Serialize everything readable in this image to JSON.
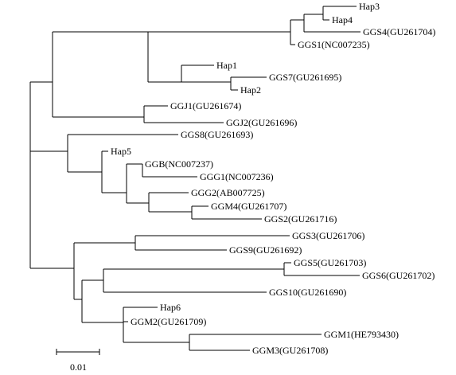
{
  "tree": {
    "scale_bar_label": "0.01",
    "leaves": [
      {
        "id": "hap3",
        "label": "Hap3"
      },
      {
        "id": "hap4",
        "label": "Hap4"
      },
      {
        "id": "ggs4",
        "label": "GGS4(GU261704)"
      },
      {
        "id": "ggs1",
        "label": "GGS1(NC007235)"
      },
      {
        "id": "hap1",
        "label": "Hap1"
      },
      {
        "id": "ggs7",
        "label": "GGS7(GU261695)"
      },
      {
        "id": "hap2",
        "label": "Hap2"
      },
      {
        "id": "ggj1",
        "label": "GGJ1(GU261674)"
      },
      {
        "id": "ggj2",
        "label": "GGJ2(GU261696)"
      },
      {
        "id": "ggs8",
        "label": "GGS8(GU261693)"
      },
      {
        "id": "hap5",
        "label": "Hap5"
      },
      {
        "id": "ggb",
        "label": "GGB(NC007237)"
      },
      {
        "id": "ggg1",
        "label": "GGG1(NC007236)"
      },
      {
        "id": "ggg2",
        "label": "GGG2(AB007725)"
      },
      {
        "id": "ggm4",
        "label": "GGM4(GU261707)"
      },
      {
        "id": "ggs2",
        "label": "GGS2(GU261716)"
      },
      {
        "id": "ggs3",
        "label": "GGS3(GU261706)"
      },
      {
        "id": "ggs9",
        "label": "GGS9(GU261692)"
      },
      {
        "id": "ggs5",
        "label": "GGS5(GU261703)"
      },
      {
        "id": "ggs6",
        "label": "GGS6(GU261702)"
      },
      {
        "id": "ggs10",
        "label": "GGS10(GU261690)"
      },
      {
        "id": "hap6",
        "label": "Hap6"
      },
      {
        "id": "ggm2",
        "label": "GGM2(GU261709)"
      },
      {
        "id": "ggm1",
        "label": "GGM1(HE793430)"
      },
      {
        "id": "ggm3",
        "label": "GGM3(GU261708)"
      }
    ]
  }
}
